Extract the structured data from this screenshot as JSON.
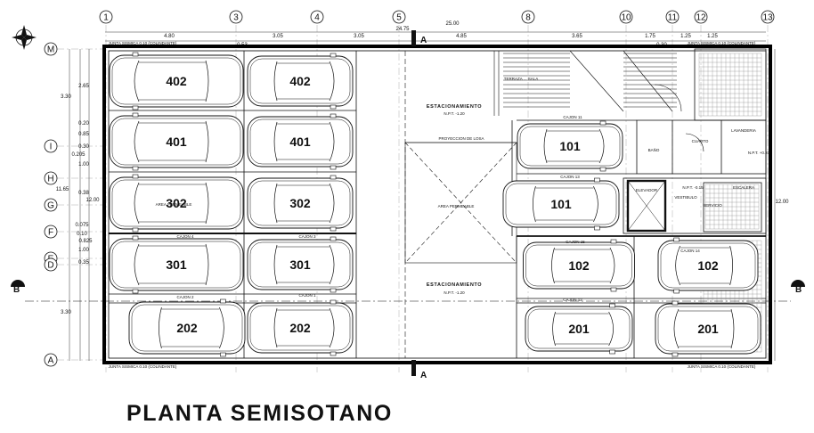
{
  "title": "PLANTA SEMISOTANO",
  "grid_columns": [
    "1",
    "3",
    "4",
    "5",
    "8",
    "10",
    "11",
    "12",
    "13"
  ],
  "grid_rows": [
    "M",
    "I",
    "H",
    "G",
    "F",
    "E",
    "D",
    "A"
  ],
  "top_dims": [
    "4.80",
    "3.05",
    "3.05",
    "4.85",
    "3.65",
    "1.75",
    "1.25",
    "0.53",
    "0.30",
    "1.25"
  ],
  "overall_dim": "25.00",
  "overall_dim_2": "24.75",
  "left_dims": [
    "3.30",
    "2.65",
    "0.20",
    "0.85",
    "0.30",
    "0.205",
    "1.00",
    "0.38",
    "0.075",
    "0.10",
    "0.825",
    "1.00",
    "0.35",
    "3.30",
    "11.65",
    "12.00"
  ],
  "right_dims": [
    "12.00"
  ],
  "section_labels": [
    "A",
    "A",
    "B",
    "B"
  ],
  "estacionamiento_1": "ESTACIONAMIENTO",
  "npt_1": "N.P.T. -1.20",
  "estacionamiento_2": "ESTACIONAMIENTO",
  "npt_2": "N.P.T. -1.20",
  "proyeccion": "PROYECCION DE LOSA",
  "area_permeable_1": "AREA PERMEABLE",
  "area_permeable_2": "AREA PERMEABLE",
  "rampa": "TERRAZA ... SALA",
  "junta_sismica": "JUNTA SISMICA 0.10 (COLINDANTE)",
  "room_labels": [
    "BAÑO",
    "CUARTO",
    "LAVANDERIA",
    "VESTIBULO",
    "ELEVADOR",
    "SERVICIO",
    "ESCALERA"
  ],
  "npt_3": "N.P.T. +0.20",
  "npt_4": "N.P.T. -0.15",
  "cajones": [
    "CAJON 1",
    "CAJON 2",
    "CAJON 3",
    "CAJON 4",
    "CAJON 11",
    "CAJON 12",
    "CAJON 13",
    "CAJON 14",
    "CAJON 15"
  ],
  "cars": [
    {
      "label": "402"
    },
    {
      "label": "402"
    },
    {
      "label": "401"
    },
    {
      "label": "401"
    },
    {
      "label": "302"
    },
    {
      "label": "302"
    },
    {
      "label": "301"
    },
    {
      "label": "301"
    },
    {
      "label": "202"
    },
    {
      "label": "202"
    },
    {
      "label": "101"
    },
    {
      "label": "101"
    },
    {
      "label": "102"
    },
    {
      "label": "102"
    },
    {
      "label": "201"
    },
    {
      "label": "201"
    }
  ]
}
